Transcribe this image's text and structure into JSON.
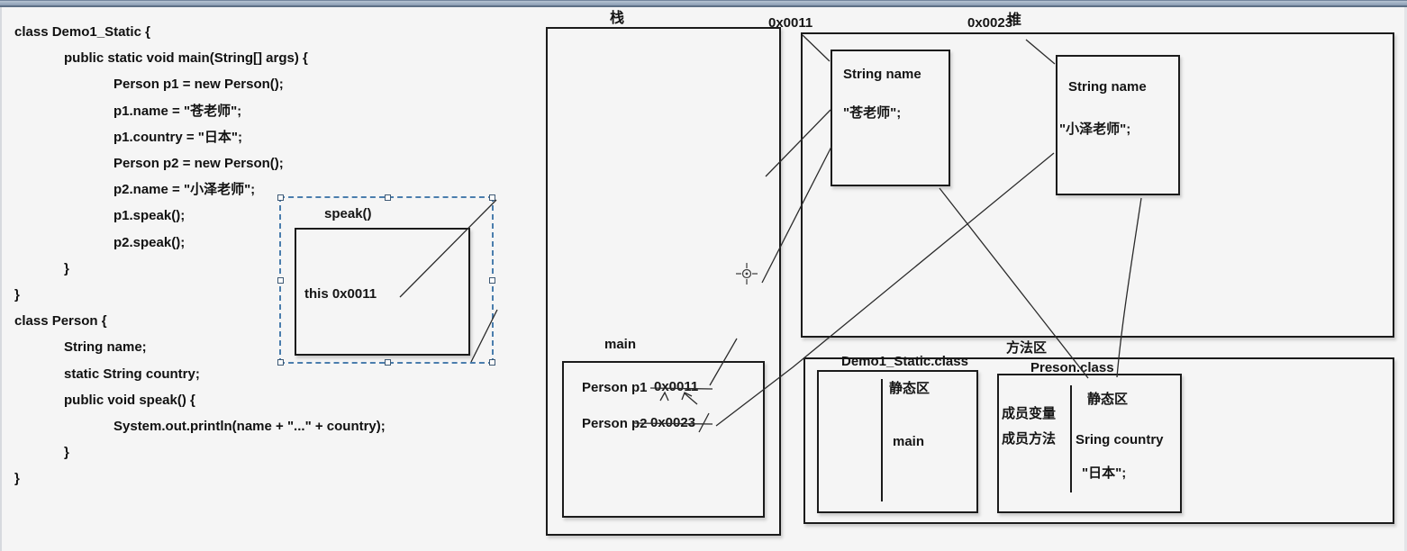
{
  "code": {
    "lines": [
      {
        "indent": 0,
        "text": "class Demo1_Static {"
      },
      {
        "indent": 1,
        "text": "public static void main(String[] args) {"
      },
      {
        "indent": 2,
        "text": "Person p1 = new Person();"
      },
      {
        "indent": 2,
        "text": "p1.name = \"苍老师\";"
      },
      {
        "indent": 2,
        "text": "p1.country = \"日本\";"
      },
      {
        "indent": 2,
        "text": "Person p2 = new Person();"
      },
      {
        "indent": 2,
        "text": "p2.name = \"小泽老师\";"
      },
      {
        "indent": 2,
        "text": "p1.speak();"
      },
      {
        "indent": 2,
        "text": "p2.speak();"
      },
      {
        "indent": 1,
        "text": "}"
      },
      {
        "indent": 0,
        "text": "}"
      },
      {
        "indent": 0,
        "text": "class Person {"
      },
      {
        "indent": 1,
        "text": "String name;"
      },
      {
        "indent": 1,
        "text": "static String country;"
      },
      {
        "indent": 1,
        "text": "public void speak() {"
      },
      {
        "indent": 2,
        "text": "System.out.println(name + \"...\" + country);"
      },
      {
        "indent": 1,
        "text": "}"
      },
      {
        "indent": 0,
        "text": "}"
      }
    ]
  },
  "speak_frame": {
    "title": "speak()",
    "body": "this 0x0011"
  },
  "stack": {
    "label": "栈",
    "main_frame": {
      "label": "main",
      "var1_name": "Person p1",
      "var1_value": "0x0011",
      "var2_name": "Person p2",
      "var2_value": "0x0023"
    }
  },
  "heap": {
    "label": "堆",
    "addr1": "0x0011",
    "addr2": "0x0023",
    "object1": {
      "field": "String name",
      "value": "\"苍老师\";"
    },
    "object2": {
      "field": "String name",
      "value": "\"小泽老师\";"
    }
  },
  "method_area": {
    "label": "方法区",
    "demo_class": {
      "title": "Demo1_Static.class",
      "static_label": "静态区",
      "item": "main"
    },
    "person_class": {
      "title": "Preson.class",
      "member_var": "成员变量",
      "member_method": "成员方法",
      "static_label": "静态区",
      "static_field": "Sring country",
      "static_value": "\"日本\";"
    }
  },
  "colors": {
    "background": "#f5f5f5",
    "titlebar": "#9fb0c3",
    "box_border": "#1b1b1b",
    "selection": "#4a7dad",
    "stroke": "#2b2b2b"
  }
}
